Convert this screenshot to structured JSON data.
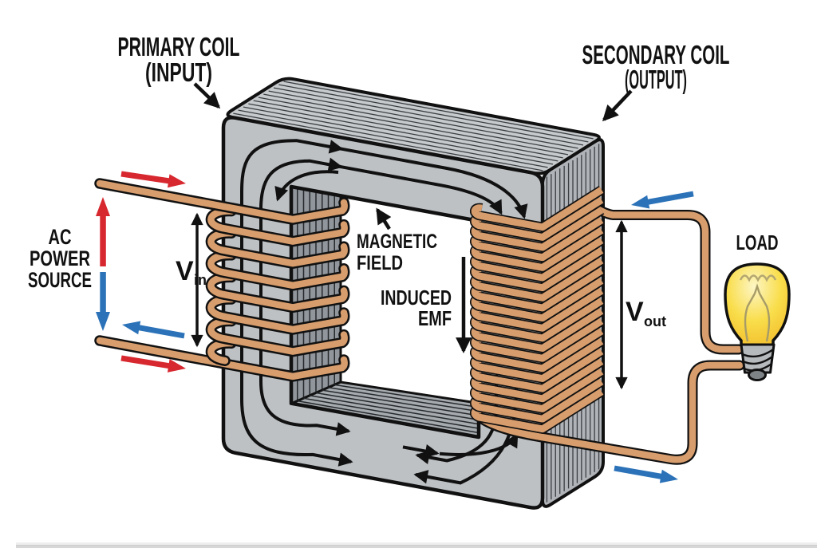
{
  "title": "Transformer diagram",
  "labels": {
    "primary_coil": {
      "line1": "PRIMARY COIL",
      "line2": "(INPUT)"
    },
    "secondary_coil": {
      "line1": "SECONDARY COIL",
      "line2": "(OUTPUT)"
    },
    "ac_power_source": {
      "line1": "AC",
      "line2": "POWER",
      "line3": "SOURCE"
    },
    "v_in": {
      "symbol": "V",
      "subscript": "in"
    },
    "v_out": {
      "symbol": "V",
      "subscript": "out"
    },
    "magnetic_field": {
      "line1": "MAGNETIC",
      "line2": "FIELD"
    },
    "induced_emf": {
      "line1": "INDUCED",
      "line2": "EMF"
    },
    "load": {
      "text": "LOAD"
    }
  },
  "colors": {
    "copper": "#d79d6d",
    "core_front": "#bdc1c4",
    "core_top": "#c7cacc",
    "core_right": "#b0b4b8",
    "core_inner": "#90969c",
    "core_floor": "#a6abaf",
    "red": "#d7282f",
    "blue": "#2b72b8",
    "bulb_yellow": "#f8da3e",
    "outline": "#111111"
  }
}
